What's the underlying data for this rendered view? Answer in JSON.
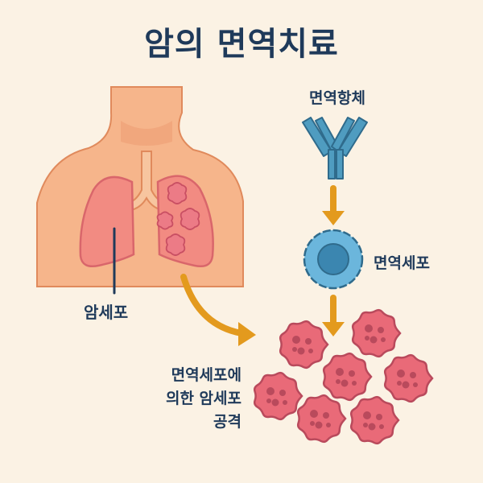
{
  "title": "암의 면역치료",
  "labels": {
    "antibody": "면역항체",
    "immune_cell": "면역세포",
    "cancer_cell": "암세포",
    "attack_line1": "면역세포에",
    "attack_line2": "의한 암세포",
    "attack_line3": "공격"
  },
  "colors": {
    "background": "#fbf2e4",
    "title": "#1f3a5a",
    "skin": "#f6b58b",
    "skin_outline": "#e08a5c",
    "lung": "#f28b82",
    "lung_outline": "#d9666b",
    "antibody": "#4f9cc0",
    "arrow": "#e39a1e",
    "cancer": "#e96a78",
    "immune": "#6bb6dc"
  }
}
